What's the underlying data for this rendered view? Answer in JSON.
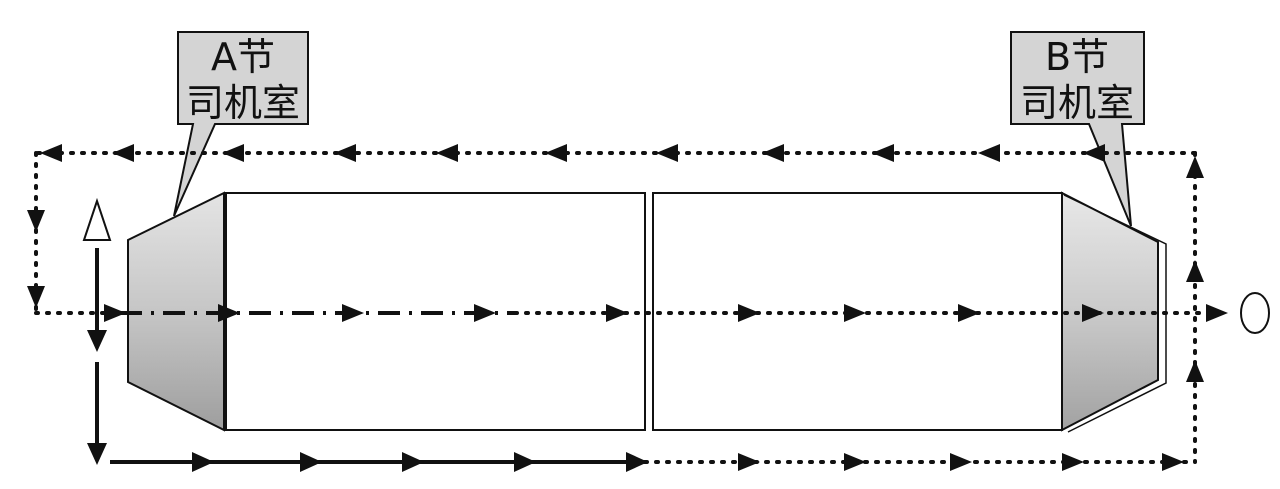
{
  "callouts": {
    "a": {
      "line1": "A节",
      "line2": "司机室"
    },
    "b": {
      "line1": "B节",
      "line2": "司机室"
    }
  },
  "icons": {
    "start_marker": "triangle-icon",
    "end_marker": "ellipse-icon"
  },
  "colors": {
    "cab_fill": "#c8c8c8",
    "callout_fill": "#d4d4d4",
    "stroke": "#111111"
  }
}
